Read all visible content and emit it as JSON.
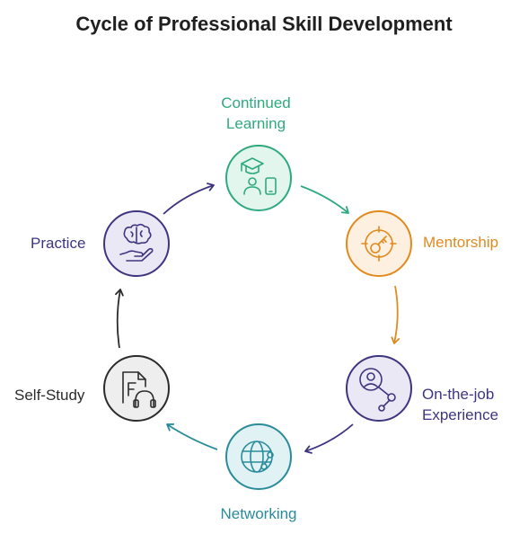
{
  "title": "Cycle of Professional Skill Development",
  "colors": {
    "continued_learning": "#2eaa7e",
    "mentorship": "#e08a1e",
    "on_the_job": "#3e3580",
    "networking": "#2a8c9a",
    "self_study": "#2b2b2b",
    "practice": "#3e3580"
  },
  "stages": {
    "continued_learning": {
      "label": "Continued\nLearning",
      "icon": "graduation-cap-phone-icon"
    },
    "mentorship": {
      "label": "Mentorship",
      "icon": "key-target-icon"
    },
    "on_the_job": {
      "label": "On-the-job\nExperience",
      "icon": "person-magnifier-icon"
    },
    "networking": {
      "label": "Networking",
      "icon": "globe-network-icon"
    },
    "self_study": {
      "label": "Self-Study",
      "icon": "document-headphones-icon"
    },
    "practice": {
      "label": "Practice",
      "icon": "brain-hand-icon"
    }
  }
}
